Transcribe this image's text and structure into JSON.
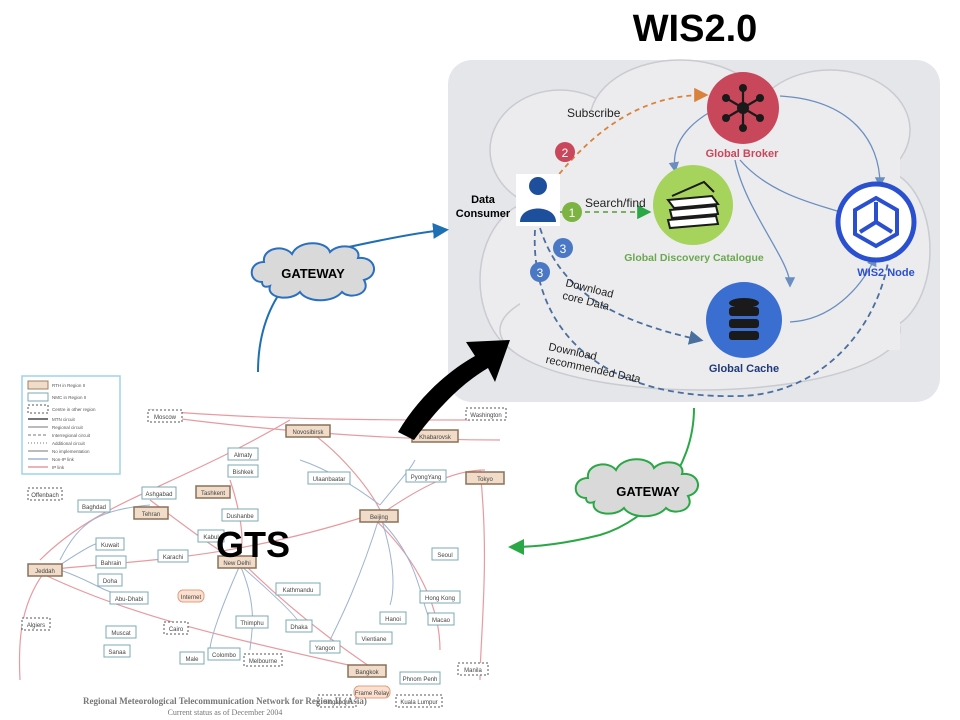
{
  "titles": {
    "wis": "WIS2.0",
    "gts": "GTS"
  },
  "gateways": {
    "upper": "GATEWAY",
    "lower": "GATEWAY"
  },
  "wis": {
    "data_consumer": "Data\nConsumer",
    "subscribe": "Subscribe",
    "search_find": "Search/find",
    "download_core": "Download\ncore Data",
    "download_recommended": "Download\nrecommended Data",
    "global_broker": "Global Broker",
    "global_discovery_catalogue": "Global Discovery Catalogue",
    "global_cache": "Global Cache",
    "wis2_node": "WIS2 Node",
    "steps": [
      "2",
      "1",
      "3",
      "3"
    ],
    "colors": {
      "broker": "#c9475a",
      "catalogue": "#8cc84b",
      "cache": "#3a6fd1",
      "node": "#2a4fcf",
      "step_red": "#c9475a",
      "step_green": "#7cb342",
      "step_blue": "#4a78c4",
      "arrow_blue": "#1f6fb5",
      "arrow_green": "#2aa845"
    }
  },
  "gts_map": {
    "legend": [
      "RTH in Region II",
      "NMC in Region II",
      "Centre in other region",
      "MTN circuit",
      "Regional circuit",
      "Interregional circuit",
      "Additional circuit",
      "No implementation",
      "Non-IP link",
      "IP link"
    ],
    "centres": [
      "Moscow",
      "Novosibirsk",
      "Khabarovsk",
      "Washington",
      "Almaty",
      "Bishkek",
      "Ashgabad",
      "Tashkent",
      "Ulaanbaatar",
      "PyongYang",
      "Tokyo",
      "Baghdad",
      "Tehran",
      "Dushanbe",
      "Offenbach",
      "Beijing",
      "Kuwait",
      "Bahrain",
      "Kabul",
      "Doha",
      "Jeddah",
      "Karachi",
      "New Delhi",
      "Seoul",
      "Abu-Dhabi",
      "Kathmandu",
      "Hong Kong",
      "Muscat",
      "Cairo",
      "Algiers",
      "Dhaka",
      "Hanoi",
      "Macao",
      "Sanaa",
      "Thimphu",
      "Yangon",
      "Vientiane",
      "Manila",
      "Male",
      "Colombo",
      "Melbourne",
      "Bangkok",
      "Phnom Penh",
      "Singapore",
      "Kuala Lumpur",
      "Internet",
      "Frame Relay"
    ],
    "caption1": "Regional Meteorological Telecommunication Network for Region II (Asia)",
    "caption2": "Current status as of December 2004"
  }
}
